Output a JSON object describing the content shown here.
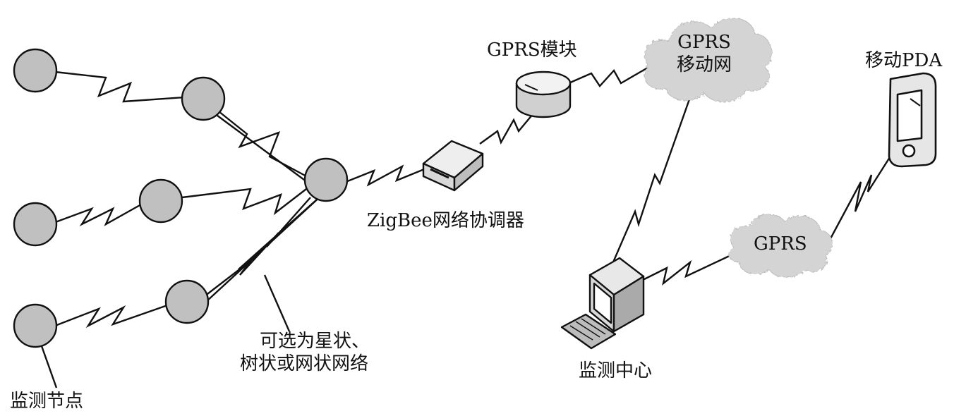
{
  "labels": {
    "gprs_module": "GPRS模块",
    "gprs_mobile_line1": "GPRS",
    "gprs_mobile_line2": "移动网",
    "mobile_pda": "移动PDA",
    "zigbee_coordinator": "ZigBee网络协调器",
    "gprs_cloud": "GPRS",
    "topology_line1": "可选为星状、",
    "topology_line2": "树状或网状网络",
    "monitoring_center": "监测中心",
    "monitoring_node": "监测节点"
  },
  "colors": {
    "node_fill": "#c0c0c0",
    "stroke": "#111111",
    "cloud_fill": "#d4d4d4",
    "device_fill": "#e6e6e6"
  }
}
